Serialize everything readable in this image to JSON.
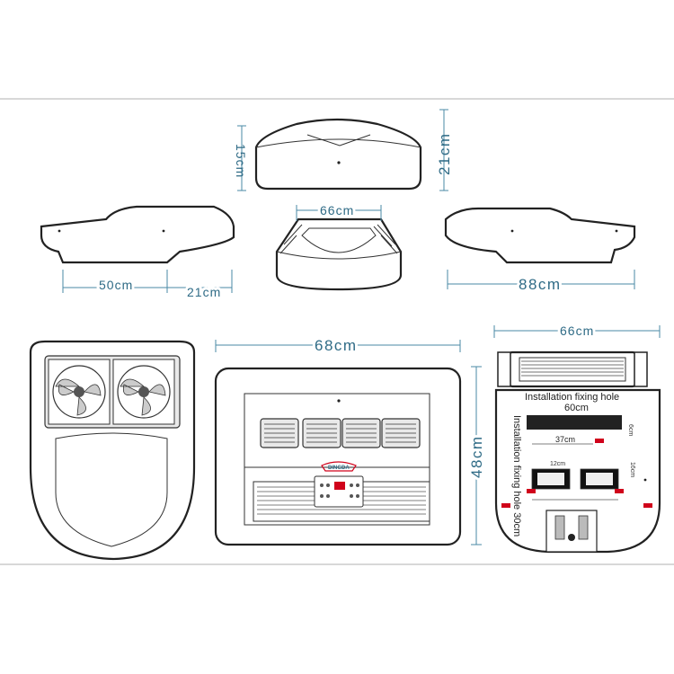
{
  "dimensions": {
    "side_height": "15cm",
    "total_height": "21cm",
    "rear_width": "66cm",
    "side_front": "50cm",
    "side_rear": "21cm",
    "side_length": "88cm",
    "bottom_top_width": "66cm",
    "front_width": "68cm",
    "front_height": "48cm"
  },
  "installation": {
    "title": "Installation fixing hole",
    "width_label": "60cm",
    "vertical_label": "Installation fixing hole 30cm",
    "inner_width": "37cm",
    "small_width": "12cm",
    "small_height_a": "6cm",
    "small_height_b": "16cm"
  },
  "brand": "DINGDA",
  "colors": {
    "dimension": "#2f6b86",
    "outline": "#222222",
    "red_marker": "#d0021b"
  }
}
